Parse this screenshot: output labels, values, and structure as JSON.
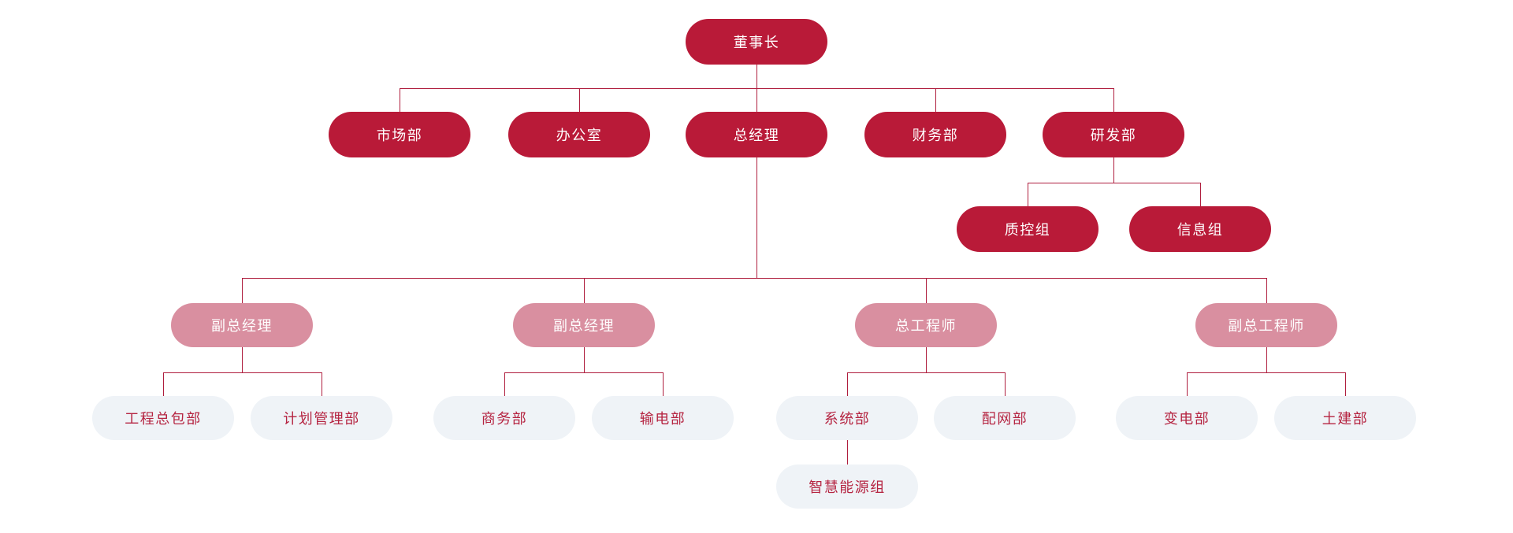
{
  "org_chart": {
    "nodes": {
      "chairman": {
        "label": "董事长",
        "level": "primary"
      },
      "marketing_dept": {
        "label": "市场部",
        "level": "primary"
      },
      "office": {
        "label": "办公室",
        "level": "primary"
      },
      "general_manager": {
        "label": "总经理",
        "level": "primary"
      },
      "finance_dept": {
        "label": "财务部",
        "level": "primary"
      },
      "rnd_dept": {
        "label": "研发部",
        "level": "primary"
      },
      "qc_group": {
        "label": "质控组",
        "level": "primary"
      },
      "info_group": {
        "label": "信息组",
        "level": "primary"
      },
      "deputy_gm_1": {
        "label": "副总经理",
        "level": "secondary"
      },
      "deputy_gm_2": {
        "label": "副总经理",
        "level": "secondary"
      },
      "chief_engineer": {
        "label": "总工程师",
        "level": "secondary"
      },
      "deputy_chief_engineer": {
        "label": "副总工程师",
        "level": "secondary"
      },
      "epc_dept": {
        "label": "工程总包部",
        "level": "tertiary"
      },
      "planning_dept": {
        "label": "计划管理部",
        "level": "tertiary"
      },
      "commerce_dept": {
        "label": "商务部",
        "level": "tertiary"
      },
      "transmission_dept": {
        "label": "输电部",
        "level": "tertiary"
      },
      "system_dept": {
        "label": "系统部",
        "level": "tertiary"
      },
      "distribution_dept": {
        "label": "配网部",
        "level": "tertiary"
      },
      "substation_dept": {
        "label": "变电部",
        "level": "tertiary"
      },
      "civil_dept": {
        "label": "土建部",
        "level": "tertiary"
      },
      "smart_energy_group": {
        "label": "智慧能源组",
        "level": "tertiary"
      }
    },
    "hierarchy": {
      "chairman": [
        "marketing_dept",
        "office",
        "general_manager",
        "finance_dept",
        "rnd_dept"
      ],
      "rnd_dept": [
        "qc_group",
        "info_group"
      ],
      "general_manager": [
        "deputy_gm_1",
        "deputy_gm_2",
        "chief_engineer",
        "deputy_chief_engineer"
      ],
      "deputy_gm_1": [
        "epc_dept",
        "planning_dept"
      ],
      "deputy_gm_2": [
        "commerce_dept",
        "transmission_dept"
      ],
      "chief_engineer": [
        "system_dept",
        "distribution_dept"
      ],
      "deputy_chief_engineer": [
        "substation_dept",
        "civil_dept"
      ],
      "system_dept": [
        "smart_energy_group"
      ]
    },
    "colors": {
      "primary_node": "#B91A38",
      "secondary_node": "#D98FA0",
      "tertiary_node_bg": "#EFF3F7",
      "tertiary_node_text": "#B52441",
      "node_text": "#FFFFFF",
      "connector_line": "#AF1E3E",
      "background": "#FFFFFF"
    }
  }
}
